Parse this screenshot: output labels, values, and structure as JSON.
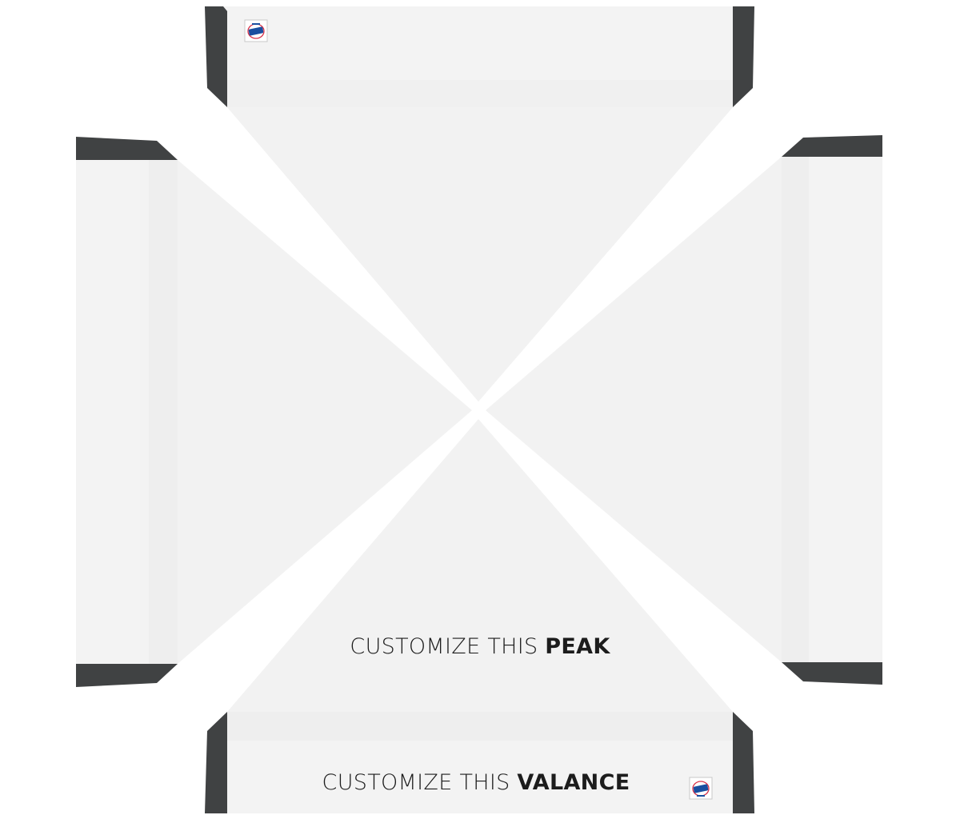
{
  "template": {
    "peak_label": {
      "regular": "CUSTOMIZE THIS ",
      "bold": "PEAK"
    },
    "valance_label": {
      "regular": "CUSTOMIZE THIS ",
      "bold": "VALANCE"
    },
    "logo_icon": "brand-badge-icon"
  },
  "colors": {
    "panel": "#f2f2f2",
    "panel_shade": "#eeeeee",
    "frame": "#404243",
    "text": "#1c1c1c",
    "logo_blue": "#1a4fa0",
    "logo_red": "#d8334a"
  }
}
